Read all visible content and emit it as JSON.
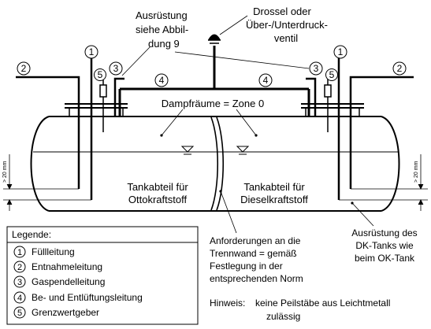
{
  "callouts": {
    "equipment_line1": "Ausrüstung",
    "equipment_line2": "siehe Abbil-",
    "equipment_line3": "dung 9",
    "valve_line1": "Drossel oder",
    "valve_line2": "Über-/Unterdruck-",
    "valve_line3": "ventil"
  },
  "markers": {
    "m1": "1",
    "m2": "2",
    "m3": "3",
    "m4": "4",
    "m5": "5"
  },
  "tank": {
    "vapour_space": "Dampfräume = Zone 0",
    "left_compartment_line1": "Tankabteil für",
    "left_compartment_line2": "Ottokraftstoff",
    "right_compartment_line1": "Tankabteil für",
    "right_compartment_line2": "Dieselkraftstoff",
    "dimension_label": "> 20 mm"
  },
  "legend": {
    "title": "Legende:",
    "items": [
      {
        "num": "1",
        "label": "Füllleitung"
      },
      {
        "num": "2",
        "label": "Entnahmeleitung"
      },
      {
        "num": "3",
        "label": "Gaspendelleitung"
      },
      {
        "num": "4",
        "label": "Be- und Entlüftungsleitung"
      },
      {
        "num": "5",
        "label": "Grenzwertgeber"
      }
    ]
  },
  "notes": {
    "wall_line1": "Anforderungen an die",
    "wall_line2": "Trennwand = gemäß",
    "wall_line3": "Festlegung in der",
    "wall_line4": "entsprechenden Norm",
    "dk_line1": "Ausrüstung des",
    "dk_line2": "DK-Tanks wie",
    "dk_line3": "beim OK-Tank",
    "hint_label": "Hinweis:",
    "hint_line1": "keine Peilstäbe aus Leichtmetall",
    "hint_line2": "zulässig"
  }
}
